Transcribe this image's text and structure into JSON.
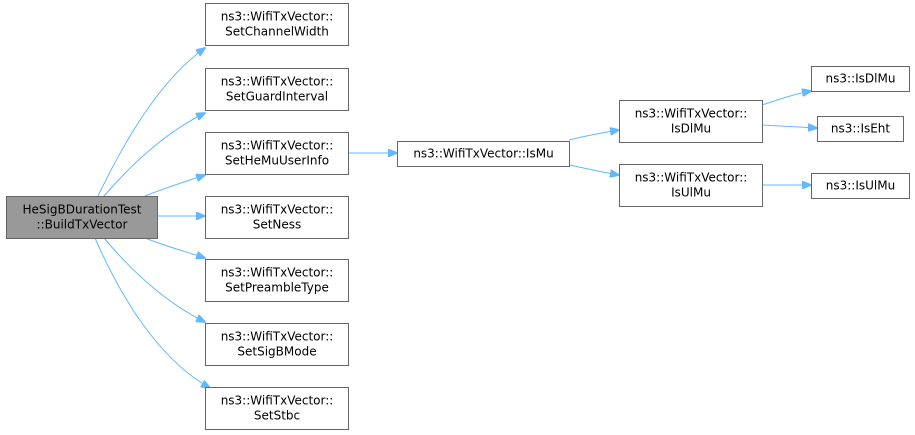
{
  "colors": {
    "edge": "#63b8ff",
    "box_border": "#666666",
    "root_fill": "#999999",
    "box_fill": "#ffffff"
  },
  "nodes": {
    "root": {
      "lines": [
        "HeSigBDurationTest",
        "::BuildTxVector"
      ]
    },
    "set_channel_width": {
      "lines": [
        "ns3::WifiTxVector::",
        "SetChannelWidth"
      ]
    },
    "set_guard_interval": {
      "lines": [
        "ns3::WifiTxVector::",
        "SetGuardInterval"
      ]
    },
    "set_he_mu_user_info": {
      "lines": [
        "ns3::WifiTxVector::",
        "SetHeMuUserInfo"
      ]
    },
    "set_ness": {
      "lines": [
        "ns3::WifiTxVector::",
        "SetNess"
      ]
    },
    "set_preamble_type": {
      "lines": [
        "ns3::WifiTxVector::",
        "SetPreambleType"
      ]
    },
    "set_sigb_mode": {
      "lines": [
        "ns3::WifiTxVector::",
        "SetSigBMode"
      ]
    },
    "set_stbc": {
      "lines": [
        "ns3::WifiTxVector::",
        "SetStbc"
      ]
    },
    "is_mu": {
      "lines": [
        "ns3::WifiTxVector::IsMu"
      ]
    },
    "wtv_is_dl_mu": {
      "lines": [
        "ns3::WifiTxVector::",
        "IsDlMu"
      ]
    },
    "wtv_is_ul_mu": {
      "lines": [
        "ns3::WifiTxVector::",
        "IsUlMu"
      ]
    },
    "is_dl_mu": {
      "lines": [
        "ns3::IsDlMu"
      ]
    },
    "is_eht": {
      "lines": [
        "ns3::IsEht"
      ]
    },
    "is_ul_mu": {
      "lines": [
        "ns3::IsUlMu"
      ]
    }
  }
}
